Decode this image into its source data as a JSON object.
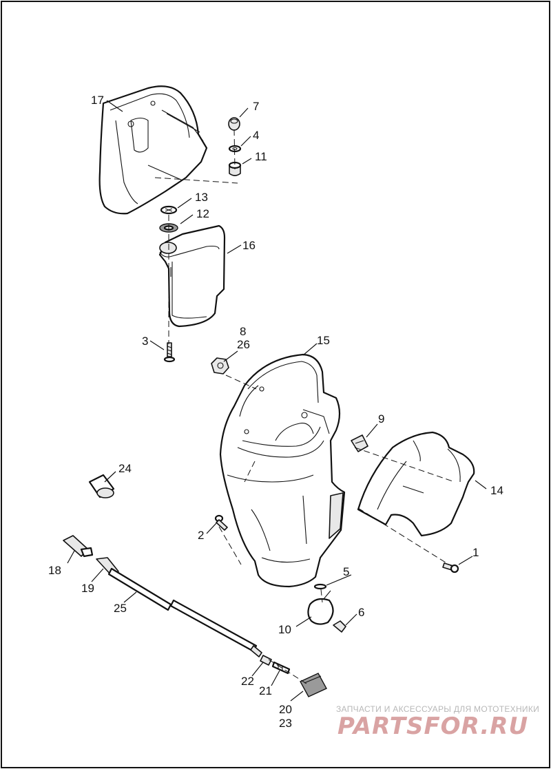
{
  "callouts": {
    "c1": "1",
    "c2": "2",
    "c3": "3",
    "c4": "4",
    "c5": "5",
    "c6": "6",
    "c7": "7",
    "c8": "8",
    "c9": "9",
    "c10": "10",
    "c11": "11",
    "c12": "12",
    "c13": "13",
    "c14": "14",
    "c15": "15",
    "c16": "16",
    "c17": "17",
    "c18": "18",
    "c19": "19",
    "c20": "20",
    "c21": "21",
    "c22": "22",
    "c23": "23",
    "c24": "24",
    "c25": "25",
    "c26": "26"
  },
  "watermark": {
    "caption": "ЗАПЧАСТИ И АКСЕССУАРЫ ДЛЯ МОТОТЕХНИКИ",
    "logo": "PARTSFOR.RU",
    "color": "#d9a3a3"
  }
}
